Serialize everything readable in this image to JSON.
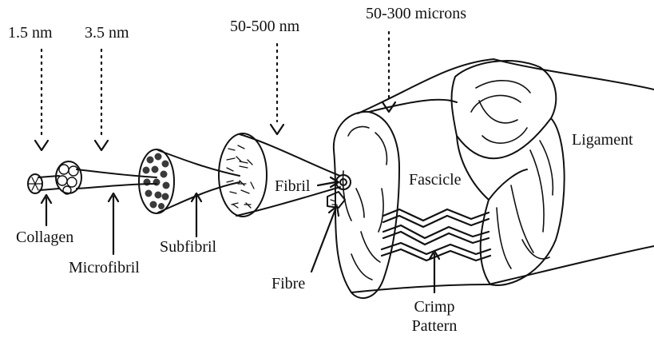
{
  "diagram": {
    "scales": {
      "collagen": "1.5 nm",
      "microfibril": "3.5 nm",
      "fibril": "50-500 nm",
      "fascicle": "50-300 microns"
    },
    "labels": {
      "collagen": "Collagen",
      "microfibril": "Microfibril",
      "subfibril": "Subfibril",
      "fibril": "Fibril",
      "fibre": "Fibre",
      "fascicle": "Fascicle",
      "ligament": "Ligament",
      "crimp_line1": "Crimp",
      "crimp_line2": "Pattern"
    },
    "colors": {
      "ink": "#111111",
      "background": "#ffffff",
      "fill_dark": "#3a3a3a",
      "fill_light": "#f2f2f2"
    }
  }
}
